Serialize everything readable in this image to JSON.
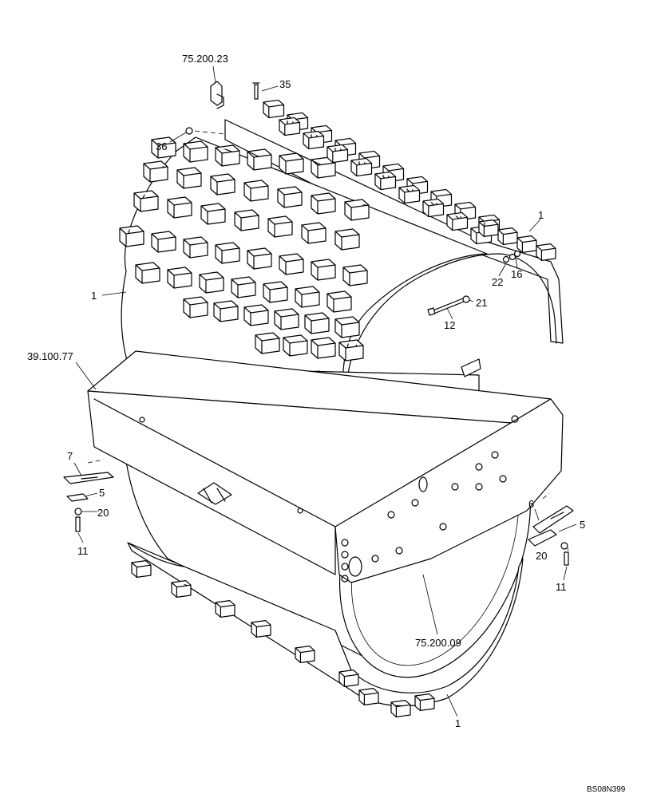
{
  "callouts": {
    "ref_75_200_23": "75.200.23",
    "n35": "35",
    "n36": "36",
    "n1_top": "1",
    "n1_left": "1",
    "n22": "22",
    "n16": "16",
    "n21": "21",
    "n12": "12",
    "ref_39_100_77": "39.100.77",
    "n7": "7",
    "n5_left": "5",
    "n20_left": "20",
    "n11_left": "11",
    "n6": "6",
    "n5_right": "5",
    "n20_right": "20",
    "n11_right": "11",
    "ref_75_200_09": "75.200.09",
    "n1_bottom": "1"
  },
  "drawing_code": "BS08N399"
}
